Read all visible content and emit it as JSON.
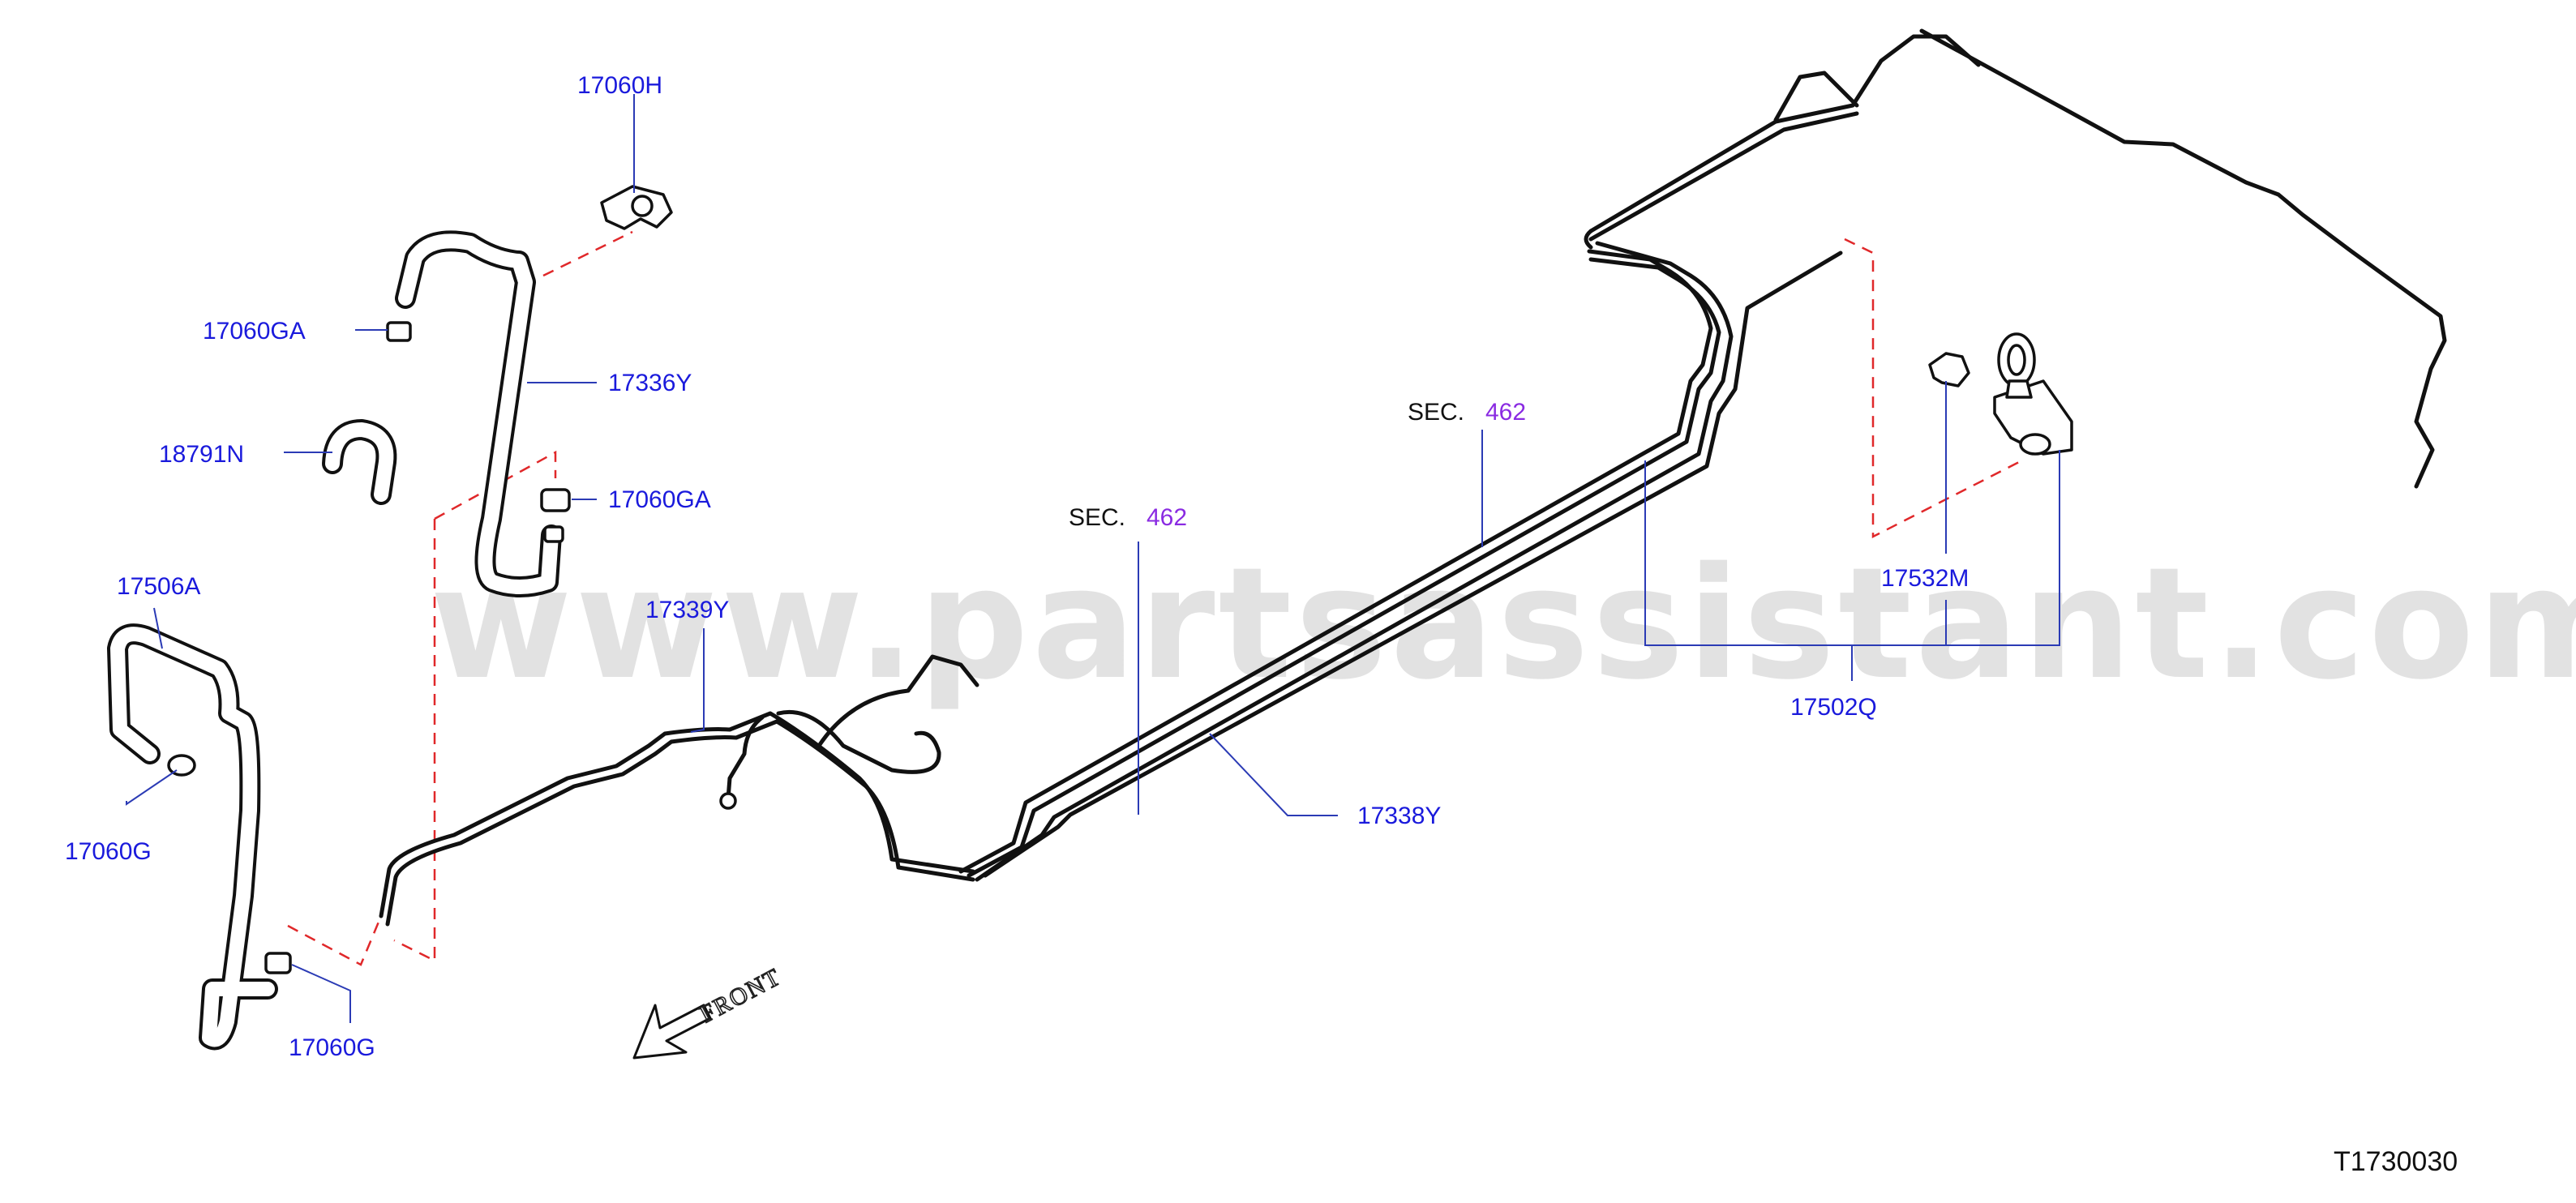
{
  "watermark": "www.partsassistant.com",
  "reference": "T1730030",
  "front_label": "FRONT",
  "parts": {
    "p17060H": "17060H",
    "p17060GA_top": "17060GA",
    "p17336Y": "17336Y",
    "p18791N": "18791N",
    "p17060GA_mid": "17060GA",
    "p17506A": "17506A",
    "p17060G_left": "17060G",
    "p17060G_bottom": "17060G",
    "p17339Y": "17339Y",
    "p17338Y": "17338Y",
    "p17532M": "17532M",
    "p17502Q": "17502Q"
  },
  "sections": [
    {
      "prefix": "SEC.",
      "number": "462"
    },
    {
      "prefix": "SEC.",
      "number": "462"
    }
  ]
}
